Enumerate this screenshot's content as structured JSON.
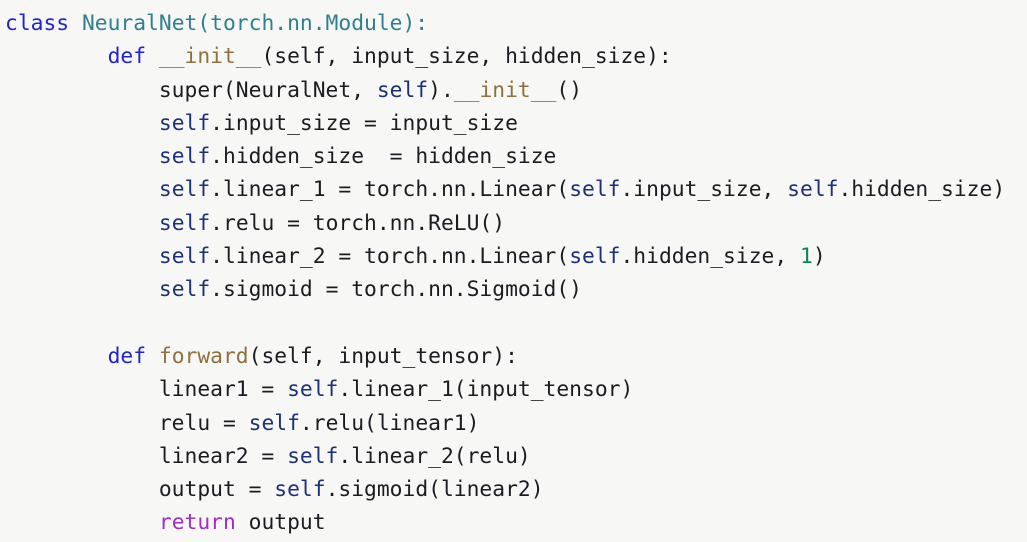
{
  "editor": {
    "background": "#f7f7f5",
    "colors": {
      "default": "#1a1c22",
      "keyword": "#2122d6",
      "classsig": "#2e7f90",
      "funcname": "#8e713c",
      "selfvar": "#1b3078",
      "number": "#0f8656",
      "returnkw": "#a12cc8"
    },
    "lines": [
      [
        {
          "t": "class ",
          "c": "keyword"
        },
        {
          "t": "NeuralNet(torch.nn.Module):",
          "c": "classsig"
        }
      ],
      [
        {
          "t": "        ",
          "c": "default"
        },
        {
          "t": "def ",
          "c": "keyword"
        },
        {
          "t": "__init__",
          "c": "funcname"
        },
        {
          "t": "(self, input_size, hidden_size):",
          "c": "default"
        }
      ],
      [
        {
          "t": "            super(NeuralNet, ",
          "c": "default"
        },
        {
          "t": "self",
          "c": "selfvar"
        },
        {
          "t": ").",
          "c": "default"
        },
        {
          "t": "__init__",
          "c": "funcname"
        },
        {
          "t": "()",
          "c": "default"
        }
      ],
      [
        {
          "t": "            ",
          "c": "default"
        },
        {
          "t": "self",
          "c": "selfvar"
        },
        {
          "t": ".input_size = input_size",
          "c": "default"
        }
      ],
      [
        {
          "t": "            ",
          "c": "default"
        },
        {
          "t": "self",
          "c": "selfvar"
        },
        {
          "t": ".hidden_size  = hidden_size",
          "c": "default"
        }
      ],
      [
        {
          "t": "            ",
          "c": "default"
        },
        {
          "t": "self",
          "c": "selfvar"
        },
        {
          "t": ".linear_1 = torch.nn.Linear(",
          "c": "default"
        },
        {
          "t": "self",
          "c": "selfvar"
        },
        {
          "t": ".input_size, ",
          "c": "default"
        },
        {
          "t": "self",
          "c": "selfvar"
        },
        {
          "t": ".hidden_size)",
          "c": "default"
        }
      ],
      [
        {
          "t": "            ",
          "c": "default"
        },
        {
          "t": "self",
          "c": "selfvar"
        },
        {
          "t": ".relu = torch.nn.ReLU()",
          "c": "default"
        }
      ],
      [
        {
          "t": "            ",
          "c": "default"
        },
        {
          "t": "self",
          "c": "selfvar"
        },
        {
          "t": ".linear_2 = torch.nn.Linear(",
          "c": "default"
        },
        {
          "t": "self",
          "c": "selfvar"
        },
        {
          "t": ".hidden_size, ",
          "c": "default"
        },
        {
          "t": "1",
          "c": "number"
        },
        {
          "t": ")",
          "c": "default"
        }
      ],
      [
        {
          "t": "            ",
          "c": "default"
        },
        {
          "t": "self",
          "c": "selfvar"
        },
        {
          "t": ".sigmoid = torch.nn.Sigmoid()",
          "c": "default"
        }
      ],
      [],
      [
        {
          "t": "        ",
          "c": "default"
        },
        {
          "t": "def ",
          "c": "keyword"
        },
        {
          "t": "forward",
          "c": "funcname"
        },
        {
          "t": "(self, input_tensor):",
          "c": "default"
        }
      ],
      [
        {
          "t": "            linear1 = ",
          "c": "default"
        },
        {
          "t": "self",
          "c": "selfvar"
        },
        {
          "t": ".linear_1(input_tensor)",
          "c": "default"
        }
      ],
      [
        {
          "t": "            relu = ",
          "c": "default"
        },
        {
          "t": "self",
          "c": "selfvar"
        },
        {
          "t": ".relu(linear1)",
          "c": "default"
        }
      ],
      [
        {
          "t": "            linear2 = ",
          "c": "default"
        },
        {
          "t": "self",
          "c": "selfvar"
        },
        {
          "t": ".linear_2(relu)",
          "c": "default"
        }
      ],
      [
        {
          "t": "            output = ",
          "c": "default"
        },
        {
          "t": "self",
          "c": "selfvar"
        },
        {
          "t": ".sigmoid(linear2)",
          "c": "default"
        }
      ],
      [
        {
          "t": "            ",
          "c": "default"
        },
        {
          "t": "return ",
          "c": "returnkw"
        },
        {
          "t": "output",
          "c": "default"
        }
      ]
    ]
  }
}
